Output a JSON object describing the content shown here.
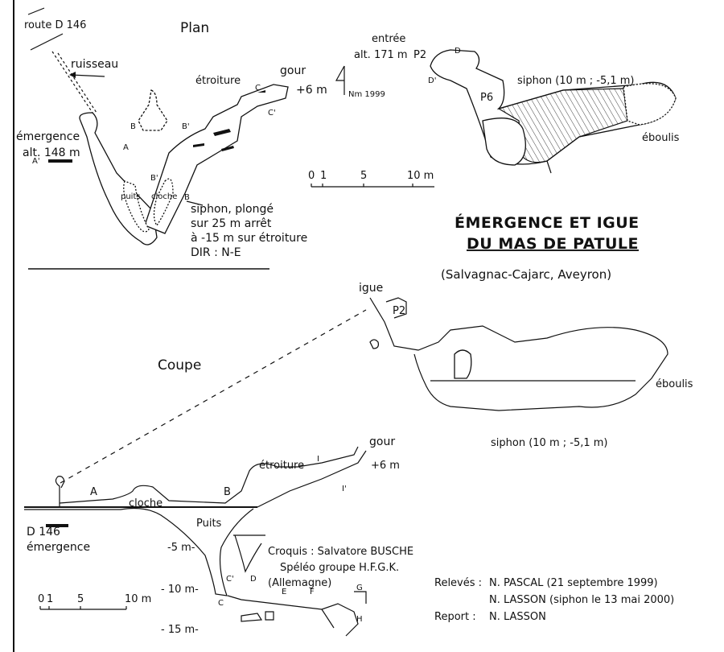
{
  "plan": {
    "heading": "Plan",
    "road": "route D 146",
    "stream": "ruisseau",
    "narrow": "étroiture",
    "pool": "gour",
    "pool_height": "+6 m",
    "north": "Nm 1999",
    "entrance": "entrée",
    "entrance_alt": "alt. 171 m",
    "pit_p2": "P2",
    "pit_p6": "P6",
    "sump": "siphon (10 m ; -5,1 m)",
    "scree": "éboulis",
    "resurgence": "émergence",
    "resurgence_alt": "alt. 148 m",
    "well": "puits",
    "bell": "cloche",
    "sump_note": [
      "siphon, plongé",
      "sur 25 m arrêt",
      "à -15 m sur étroiture",
      "DIR : N-E"
    ],
    "markers": {
      "A": "A",
      "A_prime": "A'",
      "B": "B",
      "B_prime": "B'",
      "C": "C",
      "C_prime": "C'",
      "D": "D",
      "D_prime": "D'"
    },
    "scale": [
      "0",
      "1",
      "5",
      "10 m"
    ]
  },
  "title": {
    "line1": "Émergence et igue",
    "line2": "du Mas de Patule",
    "location": "(Salvagnac-Cajarc, Aveyron)"
  },
  "section": {
    "heading": "Coupe",
    "igue": "igue",
    "pit_p2": "P2",
    "scree": "éboulis",
    "sump": "siphon (10 m ; -5,1 m)",
    "pool": "gour",
    "narrow": "étroiture",
    "pool_height": "+6 m",
    "bell": "cloche",
    "well": "Puits",
    "road": "D 146",
    "resurgence": "émergence",
    "depths": [
      "-5 m-",
      "- 10 m-",
      "- 15 m-"
    ],
    "markers": {
      "A": "A",
      "B": "B",
      "I": "I",
      "I_prime": "I'",
      "C": "C",
      "C_prime": "C'",
      "D": "D",
      "E": "E",
      "F": "F",
      "G": "G",
      "H": "H"
    },
    "scale": [
      "0",
      "1",
      "5",
      "10 m"
    ]
  },
  "credits": {
    "sketch": "Croquis : Salvatore BUSCHE",
    "club": "Spéléo groupe H.F.G.K.",
    "country": "(Allemagne)",
    "survey_label": "Relevés :",
    "survey1": "N. PASCAL (21 septembre 1999)",
    "survey2": "N. LASSON (siphon le 13 mai 2000)",
    "report_label": "Report :",
    "report": "N. LASSON"
  }
}
